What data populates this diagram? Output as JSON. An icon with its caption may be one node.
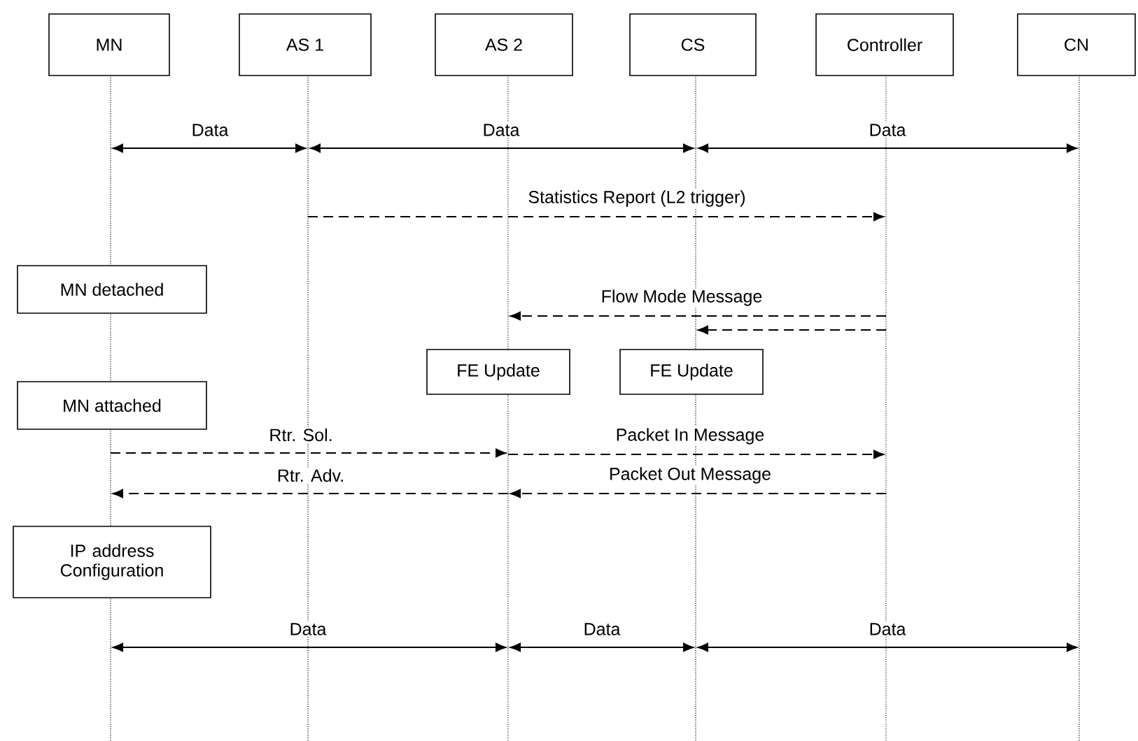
{
  "diagram": {
    "nodes": [
      {
        "text": [
          "MN"
        ]
      },
      {
        "text": [
          "AS 1"
        ]
      },
      {
        "text": [
          "AS 2"
        ]
      },
      {
        "text": [
          "CS"
        ]
      },
      {
        "text": [
          "Controller"
        ]
      },
      {
        "text": [
          "CN"
        ]
      },
      {
        "text": [],
        "shape": "line"
      },
      {
        "text": [],
        "shape": "line"
      },
      {
        "text": [],
        "shape": "line"
      },
      {
        "text": [],
        "shape": "line"
      },
      {
        "text": [],
        "shape": "line"
      },
      {
        "text": [],
        "shape": "line"
      },
      {
        "text": [
          "MN detached"
        ]
      },
      {
        "text": [
          "FE Update"
        ]
      },
      {
        "text": [
          "FE Update"
        ]
      },
      {
        "text": [
          "MN attached"
        ]
      },
      {
        "text": [
          "IP address Configuration"
        ]
      }
    ],
    "edges": [
      {
        "from": 6,
        "to": 7,
        "arrow": "both",
        "label": "Data"
      },
      {
        "from": 7,
        "to": 9,
        "arrow": "both",
        "label": "Data"
      },
      {
        "from": 9,
        "to": 11,
        "arrow": "both",
        "label": "Data"
      },
      {
        "from": 7,
        "to": 10,
        "arrow": "to",
        "style": "dashed",
        "label": "Statistics Report (L2 trigger)"
      },
      {
        "from": 10,
        "to": 8,
        "arrow": "to",
        "style": "dashed",
        "label": "Flow Mode Message"
      },
      {
        "from": 10,
        "to": 9,
        "arrow": "to",
        "style": "dashed"
      },
      {
        "from": 6,
        "to": 8,
        "arrow": "to",
        "style": "dashed",
        "label": "Rtr. Sol."
      },
      {
        "from": 8,
        "to": 10,
        "arrow": "to",
        "style": "dashed",
        "label": "Packet In Message"
      },
      {
        "from": 8,
        "to": 6,
        "arrow": "to",
        "style": "dashed",
        "label": "Rtr. Adv."
      },
      {
        "from": 10,
        "to": 8,
        "arrow": "to",
        "style": "dashed",
        "label": "Packet Out Message"
      },
      {
        "from": 6,
        "to": 8,
        "arrow": "both",
        "label": "Data"
      },
      {
        "from": 8,
        "to": 9,
        "arrow": "both",
        "label": "Data"
      },
      {
        "from": 9,
        "to": 11,
        "arrow": "both",
        "label": "Data"
      }
    ]
  }
}
